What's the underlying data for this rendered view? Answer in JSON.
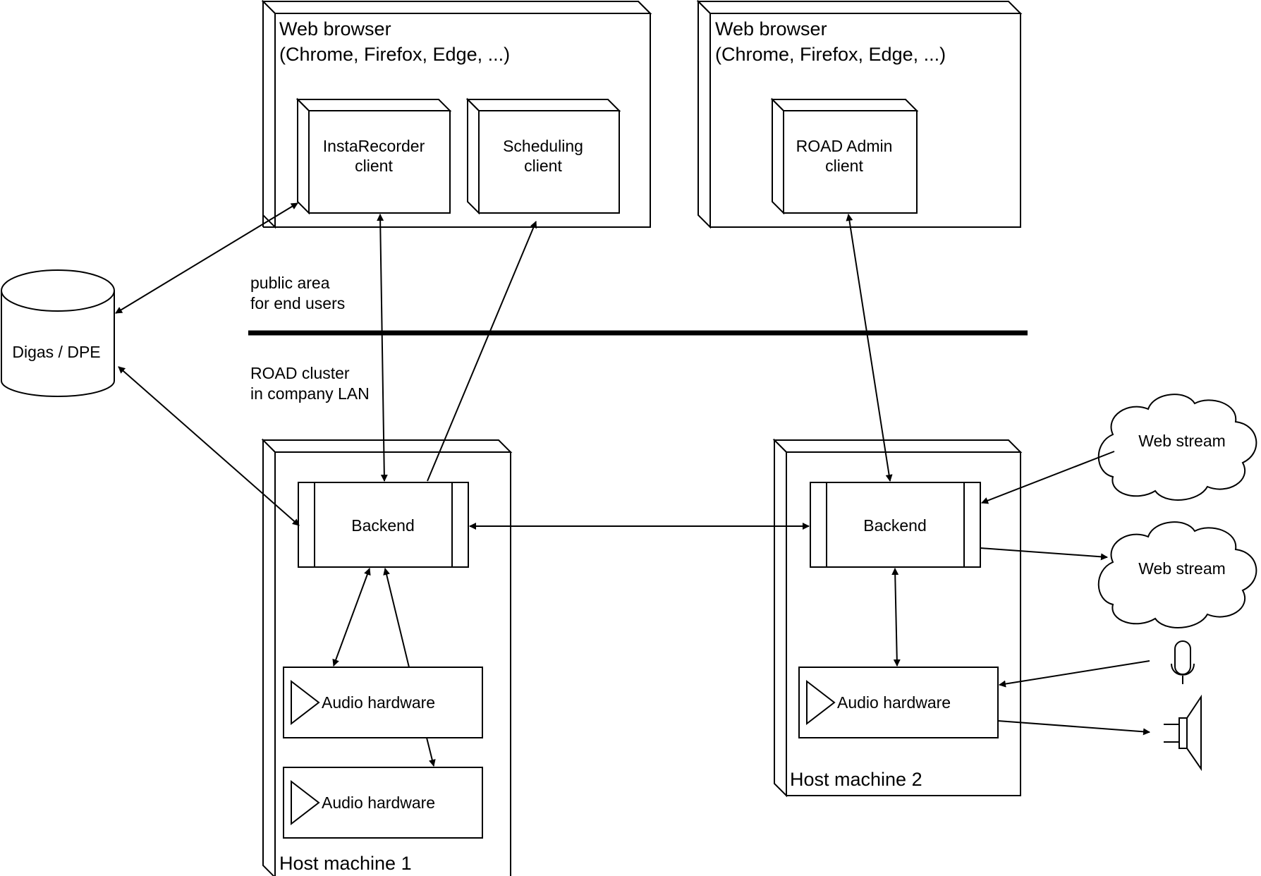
{
  "browser_left": {
    "title_line1": "Web browser",
    "title_line2": "(Chrome, Firefox, Edge, ...)",
    "clients": [
      {
        "line1": "InstaRecorder",
        "line2": "client"
      },
      {
        "line1": "Scheduling",
        "line2": "client"
      }
    ]
  },
  "browser_right": {
    "title_line1": "Web browser",
    "title_line2": "(Chrome, Firefox, Edge, ...)",
    "clients": [
      {
        "line1": "ROAD Admin",
        "line2": "client"
      }
    ]
  },
  "database": {
    "label": "Digas / DPE"
  },
  "zones": {
    "public_line1": "public area",
    "public_line2": "for end users",
    "cluster_line1": "ROAD cluster",
    "cluster_line2": "in company LAN"
  },
  "host1": {
    "label": "Host machine 1",
    "backend": "Backend",
    "audio": [
      "Audio hardware",
      "Audio hardware"
    ]
  },
  "host2": {
    "label": "Host machine 2",
    "backend": "Backend",
    "audio": [
      "Audio hardware"
    ]
  },
  "streams": [
    "Web stream",
    "Web stream"
  ],
  "icons": {
    "microphone": "microphone-icon",
    "speaker": "speaker-icon"
  }
}
